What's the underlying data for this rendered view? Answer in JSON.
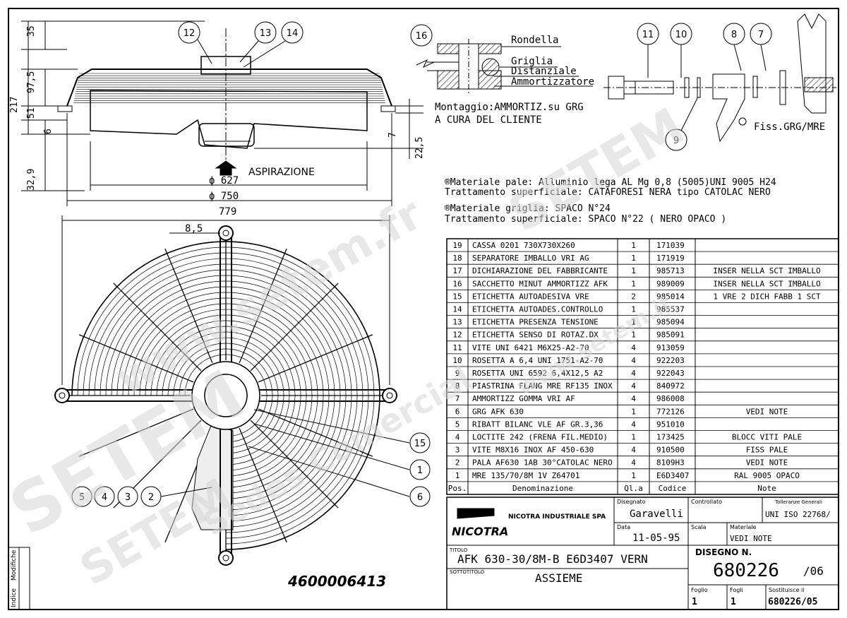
{
  "dimensions": {
    "d35": "35",
    "d97_5": "97,5",
    "d217": "217",
    "d51": "51",
    "d6": "6",
    "d32_9": "32,9",
    "d7": "7",
    "d22_5": "22,5",
    "d627": "ϕ 627",
    "d750": "ϕ 750",
    "d779": "779",
    "d8_5": "8,5"
  },
  "flow_label": "ASPIRAZIONE",
  "balloons_top": [
    "12",
    "13",
    "14"
  ],
  "balloons_mid": [
    "16",
    "11",
    "10",
    "8",
    "7",
    "9"
  ],
  "balloons_bottom": [
    "5",
    "4",
    "3",
    "2",
    "15",
    "1",
    "6"
  ],
  "detail_labels": [
    "Rondella",
    "Griglia",
    "Distanziale",
    "Ammortizzatore"
  ],
  "mounting_note": [
    "Montaggio:AMMORTIZ.su GRG",
    "A CURA DEL CLIENTE"
  ],
  "fix_label": "Fiss.GRG/MRE",
  "material_notes": [
    "®Materiale pale: Alluminio lega AL Mg 0,8 (5005)UNI 9005 H24",
    " Trattamento superficiale: CATAFORESI NERA tipo CATOLAC NERO",
    "®Materiale griglia: SPACO N°24",
    " Trattamento superficiale: SPACO  N°22 ( NERO OPACO )"
  ],
  "parts_table": {
    "headers": [
      "Pos.",
      "Denominazione",
      "Ql.a",
      "Codice",
      "Note"
    ],
    "rows": [
      [
        "19",
        "CASSA 0201 730X730X260",
        "1",
        "171039",
        ""
      ],
      [
        "18",
        "SEPARATORE IMBALLO VRI AG",
        "1",
        "171919",
        ""
      ],
      [
        "17",
        "DICHIARAZIONE DEL FABBRICANTE",
        "1",
        "985713",
        "INSER NELLA SCT IMBALLO"
      ],
      [
        "16",
        "SACCHETTO MINUT AMMORTIZZ AFK",
        "1",
        "989009",
        "INSER NELLA SCT IMBALLO"
      ],
      [
        "15",
        "ETICHETTA AUTOADESIVA VRE",
        "2",
        "985014",
        "1 VRE 2 DICH FABB 1 SCT"
      ],
      [
        "14",
        "ETICHETTA AUTOADES.CONTROLLO",
        "1",
        "985537",
        ""
      ],
      [
        "13",
        "ETICHETTA PRESENZA TENSIONE",
        "1",
        "985094",
        ""
      ],
      [
        "12",
        "ETICHETTA SENSO DI ROTAZ.DX",
        "1",
        "985091",
        ""
      ],
      [
        "11",
        "VITE UNI 6421 M6X25-A2-70",
        "4",
        "913059",
        ""
      ],
      [
        "10",
        "ROSETTA A 6,4 UNI 1751-A2-70",
        "4",
        "922203",
        ""
      ],
      [
        "9",
        "ROSETTA UNI 6592 6,4X12,5 A2",
        "4",
        "922043",
        ""
      ],
      [
        "8",
        "PIASTRINA FLANG MRE RF135 INOX",
        "4",
        "840972",
        ""
      ],
      [
        "7",
        "AMMORTIZZ GOMMA VRI AF",
        "4",
        "986008",
        ""
      ],
      [
        "6",
        "GRG AFK 630",
        "1",
        "772126",
        "VEDI NOTE"
      ],
      [
        "5",
        "RIBATT BILANC VLE AF GR.3,36",
        "4",
        "951010",
        ""
      ],
      [
        "4",
        "LOCTITE 242 (FRENA FIL.MEDIO)",
        "1",
        "173425",
        "BLOCC VITI PALE"
      ],
      [
        "3",
        "VITE M8X16 INOX AF 450-630",
        "4",
        "910500",
        "FISS PALE"
      ],
      [
        "2",
        "PALA AF630 1AB 30°CATOLAC NERO",
        "4",
        "8109H3",
        "VEDI NOTE"
      ],
      [
        "1",
        "MRE 135/70/8M 1V Z64701",
        "1",
        "E6D3407",
        "RAL 9005 OPACO"
      ]
    ]
  },
  "title_block": {
    "company": "NICOTRA INDUSTRIALE SPA",
    "logo": "NICOTRA",
    "designed_label": "Disegnato",
    "designed_by": "Garavelli",
    "checked_label": "Controllato",
    "tolerance_label": "Tolleranze Generali",
    "tolerance_value": "UNI ISO 22768/",
    "date_label": "Data",
    "date": "11-05-95",
    "scale_label": "Scala",
    "material_label": "Materiale",
    "material_value": "VEDI NOTE",
    "title_label": "TITOLO",
    "title": "AFK 630-30/8M-B E6D3407 VERN",
    "subtitle_label": "SOTTOTITOLO",
    "subtitle": "ASSIEME",
    "drawing_label": "DISEGNO N.",
    "drawing_number": "680226",
    "revision": "/06",
    "sheet_label": "Foglio",
    "sheet": "1",
    "sheets_label": "Fogli",
    "sheets": "1",
    "replaces_label": "Sostituisce il",
    "replaces": "680226/05"
  },
  "side_labels": [
    "Indice",
    "Modifiche"
  ],
  "part_number": "4600006413",
  "watermarks": [
    "www.setem.fr",
    "SETEM",
    "SETEM",
    "SETEM ",
    "Sedes Comercial",
    "www.setem.it"
  ]
}
